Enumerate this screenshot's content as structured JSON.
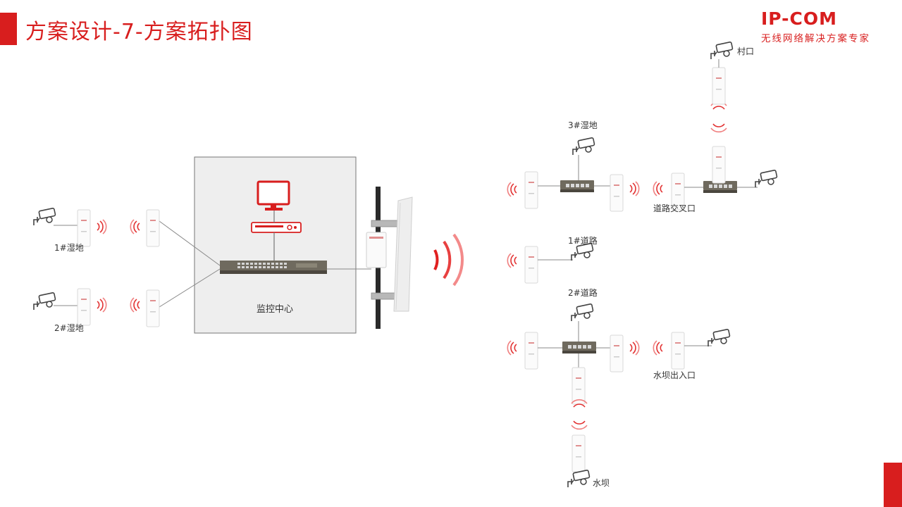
{
  "header": {
    "title": "方案设计-7-方案拓扑图",
    "logo_text": "IP-COM",
    "tagline": "无线网络解决方案专家"
  },
  "labels": {
    "control_center": "监控中心",
    "wetland1": "1#湿地",
    "wetland2": "2#湿地",
    "wetland3": "3#湿地",
    "road1": "1#道路",
    "road2": "2#道路",
    "crossroad": "道路交叉口",
    "village": "村口",
    "dam": "水坝",
    "dam_gate": "水坝出入口"
  },
  "colors": {
    "brand": "#d81e1e",
    "line": "#888888",
    "switch": "#6f6a5e",
    "box_fill": "#eeeeee"
  }
}
